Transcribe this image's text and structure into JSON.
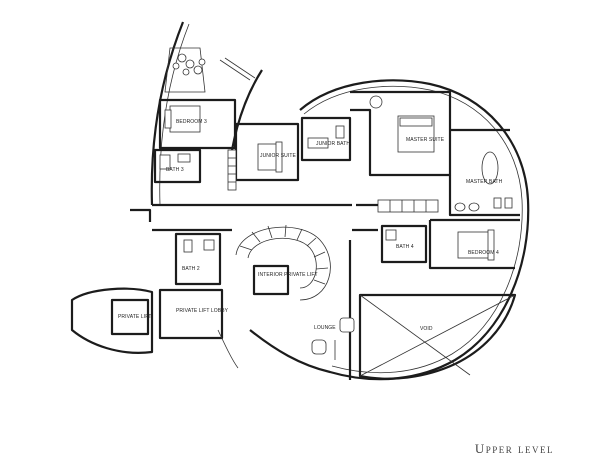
{
  "plan": {
    "title": "Upper level",
    "rooms": {
      "bedroom3": "BEDROOM 3",
      "bath3": "BATH 3",
      "junior_suite_room": "JUNIOR SUITE",
      "junior_suite_bath": "JUNIOR BATH",
      "master_suite": "MASTER SUITE",
      "master_bath": "MASTER BATH",
      "bath4": "BATH 4",
      "bedroom4": "BEDROOM 4",
      "bath2": "BATH 2",
      "interior_private_lift": "INTERIOR PRIVATE LIFT",
      "private_lift": "PRIVATE LIFT",
      "private_lift_lobby": "PRIVATE LIFT LOBBY",
      "lounge": "LOUNGE",
      "void": "VOID"
    }
  }
}
